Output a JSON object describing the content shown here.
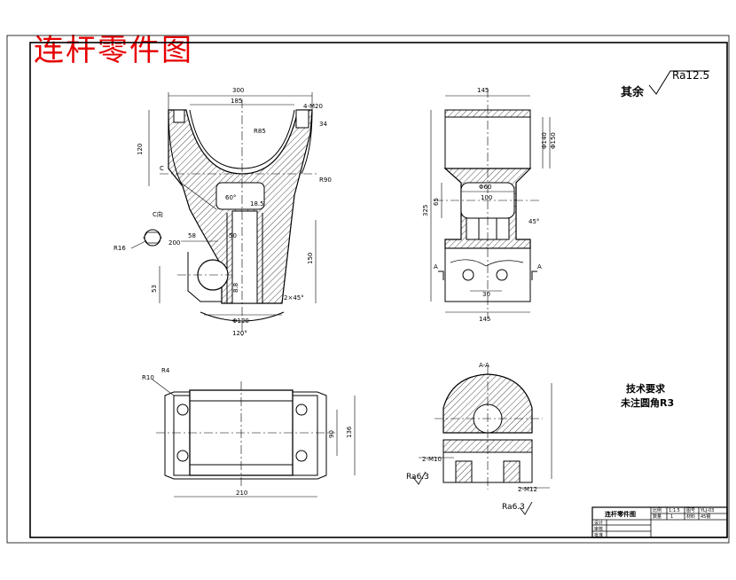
{
  "title": "连杆零件图",
  "roughness": {
    "other_label": "其余",
    "other_value": "Ra12.5",
    "a": "Ra6.3",
    "b": "Ra6.3"
  },
  "tech": {
    "heading": "技术要求",
    "line1": "未注圆角R3"
  },
  "section": {
    "label": "A-A",
    "marker": "A"
  },
  "holes": {
    "left": "2-M10",
    "right": "2-M12"
  },
  "front_view_dims": {
    "top_width": "300",
    "top_inner": "185",
    "right_top": "4-M20",
    "right_side": "34",
    "left_height": "120",
    "r_inner": "R85",
    "r_outer": "R90",
    "angle": "60°",
    "small": "18.5",
    "c_label": "C",
    "c_view": "C向",
    "r16": "R16",
    "l_200": "200",
    "l_58": "58",
    "l_50": "50",
    "h_150": "150",
    "h_53": "53",
    "bot": "Φ120",
    "bot_angle": "120°",
    "h2": "8.8",
    "slot": "2×45°"
  },
  "side_view_dims": {
    "top": "145",
    "l_65": "65",
    "l_325": "325",
    "phi": "Φ60",
    "w_100": "100",
    "right_a": "Φ140",
    "right_b": "Φ150",
    "w_30": "30",
    "bottom": "145",
    "r_4": "45°"
  },
  "plan_view_dims": {
    "r1": "R10",
    "r2": "R4",
    "w_210": "210",
    "h_90": "90",
    "h_136": "136"
  },
  "title_block": {
    "name": "连杆零件图",
    "c1": "比例",
    "c1v": "1:1.5",
    "c2": "图号",
    "c2v": "YLJ-03",
    "c3": "数量",
    "c3v": "1",
    "c4": "材料",
    "c4v": "45钢",
    "r1": "设计",
    "r2": "审核",
    "r3": "批准"
  }
}
